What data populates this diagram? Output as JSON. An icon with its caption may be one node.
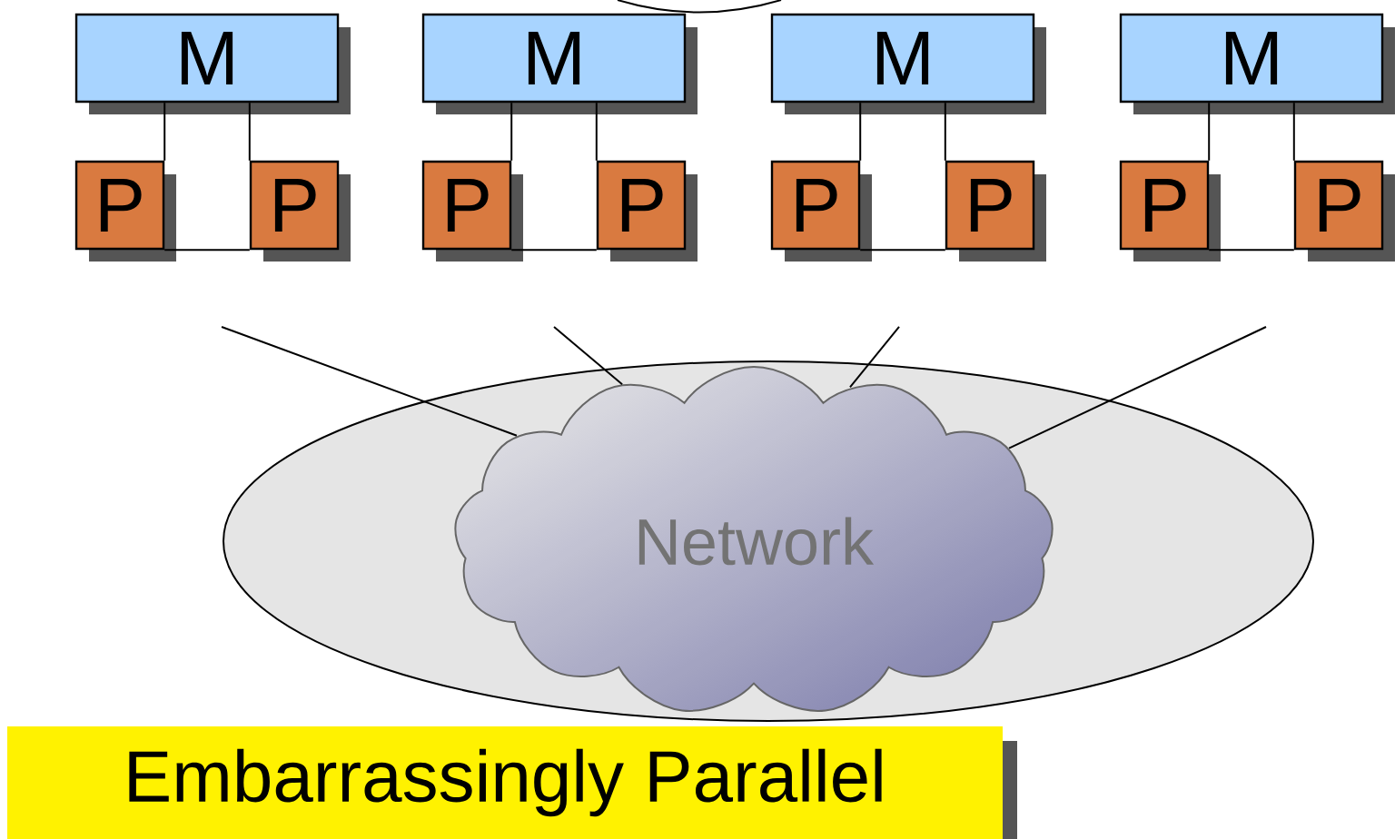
{
  "diagram": {
    "nodes": [
      {
        "text": [
          "M"
        ]
      },
      {
        "text": [
          "P"
        ]
      },
      {
        "text": [
          "P"
        ]
      },
      {
        "text": [
          "M"
        ]
      },
      {
        "text": [
          "P"
        ]
      },
      {
        "text": [
          "P"
        ]
      },
      {
        "text": [
          "M"
        ]
      },
      {
        "text": [
          "P"
        ]
      },
      {
        "text": [
          "P"
        ]
      },
      {
        "text": [
          "M"
        ]
      },
      {
        "text": [
          "P"
        ]
      },
      {
        "text": [
          "P"
        ]
      },
      {
        "text": [],
        "shape": "ellipse"
      },
      {
        "text": [
          "Network"
        ],
        "in": 12
      },
      {
        "text": [
          "Embarrassingly Parallel"
        ]
      }
    ],
    "edges": [
      {
        "from": 0,
        "to": 1,
        "arrow": "none"
      },
      {
        "from": 0,
        "to": 2,
        "arrow": "none"
      },
      {
        "from": 1,
        "to": 2,
        "arrow": "none"
      },
      {
        "from": 3,
        "to": 4,
        "arrow": "none"
      },
      {
        "from": 3,
        "to": 5,
        "arrow": "none"
      },
      {
        "from": 4,
        "to": 5,
        "arrow": "none"
      },
      {
        "from": 6,
        "to": 7,
        "arrow": "none"
      },
      {
        "from": 6,
        "to": 8,
        "arrow": "none"
      },
      {
        "from": 7,
        "to": 8,
        "arrow": "none"
      },
      {
        "from": 9,
        "to": 10,
        "arrow": "none"
      },
      {
        "from": 9,
        "to": 11,
        "arrow": "none"
      },
      {
        "from": 10,
        "to": 11,
        "arrow": "none"
      },
      {
        "from": null,
        "to": 13,
        "arrow": "none"
      },
      {
        "from": null,
        "to": 13,
        "arrow": "none"
      },
      {
        "from": null,
        "to": 13,
        "arrow": "none"
      },
      {
        "from": null,
        "to": 13,
        "arrow": "none"
      }
    ]
  }
}
